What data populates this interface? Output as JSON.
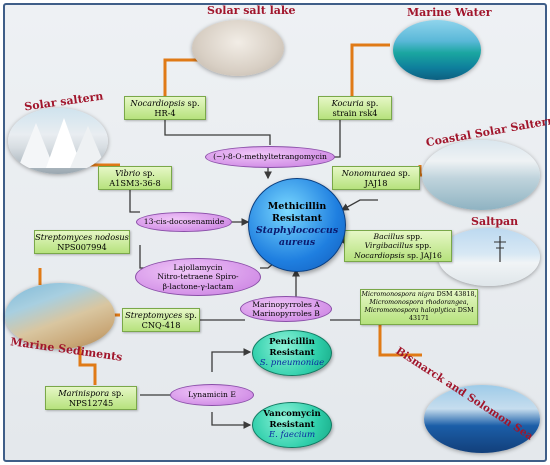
{
  "center": {
    "line1": "Methicillin",
    "line2": "Resistant",
    "species1": "Staphylococcus",
    "species2": "aureus"
  },
  "other_pathogens": [
    {
      "line1": "Penicillin",
      "line2": "Resistant",
      "species": "S. pneumoniae"
    },
    {
      "line1": "Vancomycin",
      "line2": "Resistant",
      "species": "E. faecium"
    }
  ],
  "habitats": [
    {
      "label": "Solar salt lake"
    },
    {
      "label": "Marine Water"
    },
    {
      "label": "Solar saltern"
    },
    {
      "label": "Coastal Solar Saltern"
    },
    {
      "label": "Saltpan"
    },
    {
      "label": "Marine Sediments"
    },
    {
      "label": "Bismarck and Solomon Sea"
    }
  ],
  "organisms": [
    {
      "name": "Nocardiopsis",
      "rest": " sp.",
      "strain": "HR-4"
    },
    {
      "name": "Kocuria",
      "rest": " sp.",
      "strain": "strain rsk4"
    },
    {
      "name": "Vibrio",
      "rest": " sp.",
      "strain": "A1SM3-36-8"
    },
    {
      "name": "Nonomuraea",
      "rest": " sp.",
      "strain": "JAJ18"
    },
    {
      "name": "Streptomyces nodosus",
      "rest": "",
      "strain": "NPS007994"
    },
    {
      "line1": "Bacillus spp.",
      "line2": "Virgibacillus spp.",
      "line3": "Nocardiopsis sp. JAJ16"
    },
    {
      "name": "Streptomyces",
      "rest": " sp.",
      "strain": "CNQ-418"
    },
    {
      "line1": "Micromonospora nigra DSM 43818,",
      "line2": "Micromonospora rhodorangea,",
      "line3": "Micromonospora haloplytica DSM",
      "line4": "43171"
    },
    {
      "name": "Marinispora",
      "rest": " sp.",
      "strain": "NPS12745"
    }
  ],
  "compounds": [
    {
      "line1": "(−)-8-O-methyltetrangomycin"
    },
    {
      "line1": "13-cis-docosenamide"
    },
    {
      "line1": "Lajollamycin",
      "line2": "Nitro-tetraene Spiro-",
      "line3": "β-lactone-γ-lactam"
    },
    {
      "line1": "Marinopyrroles A",
      "line2": "Marinopyrroles B"
    },
    {
      "line1": "Lynamicin E"
    }
  ]
}
